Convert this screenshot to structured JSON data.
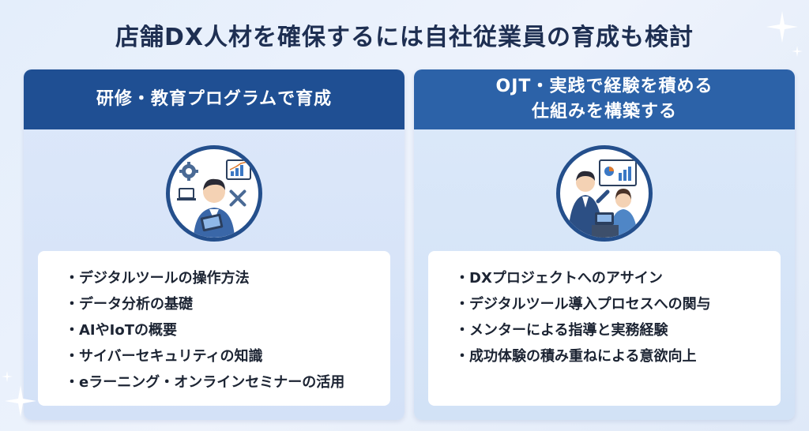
{
  "title": "店舗DX人材を確保するには自社従業員の育成も検討",
  "panels": [
    {
      "header": [
        "研修・教育プログラムで育成"
      ],
      "illustration_icon": "person-with-tablet-gear-chart-tools-icon",
      "items": [
        "・デジタルツールの操作方法",
        "・データ分析の基礎",
        "・AIやIoTの概要",
        "・サイバーセキュリティの知識",
        "・eラーニング・オンラインセミナーの活用"
      ]
    },
    {
      "header": [
        "OJT・実践で経験を積める",
        "仕組みを構築する"
      ],
      "illustration_icon": "mentor-and-staff-at-register-icon",
      "items": [
        "・DXプロジェクトへのアサイン",
        "・デジタルツール導入プロセスへの関与",
        "・メンターによる指導と実務経験",
        "・成功体験の積み重ねによる意欲向上"
      ]
    }
  ],
  "colors": {
    "left_header": "#1f4f93",
    "right_header": "#2c62a8",
    "title": "#1e2f52",
    "ring": "#244f8c"
  }
}
